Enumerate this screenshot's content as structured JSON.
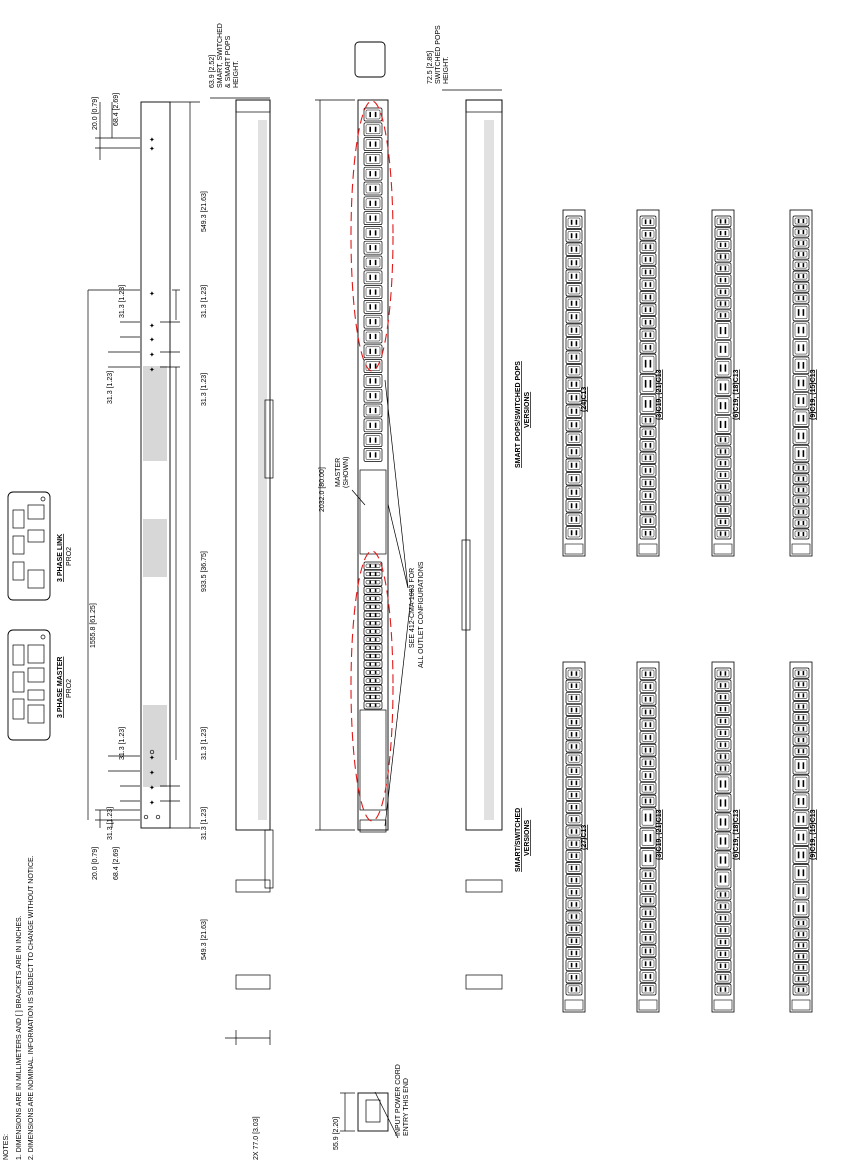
{
  "notes": {
    "heading": "NOTES:",
    "items": [
      "1.   DIMENSIONS ARE IN MILLIMETERS AND [ ] BRACKETS ARE IN INCHES.",
      "2.   DIMENSIONS ARE NOMINAL. INFORMATION IS SUBJECT TO CHANGE WITHOUT NOTICE."
    ]
  },
  "modules": {
    "master": {
      "title": "3 PHASE MASTER",
      "subtitle": "PRO2"
    },
    "link": {
      "title": "3 PHASE LINK",
      "subtitle": "PRO2"
    }
  },
  "dimensions": {
    "top_20": "20.0 [0.79]",
    "top_68": "68.4 [2.69]",
    "top_549": "549.3 [21.63]",
    "top_31_a": "31.3 [1.23]",
    "top_31_b": "31.3 [1.23]",
    "top_31_c": "31.3 [1.23]",
    "top_31_d": "31.3 [1.23]",
    "mid_1555": "1555.8 [61.25]",
    "mid_933": "933.5 [36.75]",
    "low_31_a": "31.3 [1.23]",
    "low_31_b": "31.3 [1.23]",
    "low_31_c": "31.3 [1.23]",
    "low_31_d": "31.3 [1.23]",
    "bot_549": "549.3 [21.63]",
    "bot_20": "20.0 [0.79]",
    "bot_68": "68.4 [2.69]",
    "depth_77": "2X 77.0 [3.03]",
    "width_55": "55.9 [2.20]",
    "length_2032": "2032.0 [80.00]",
    "height_smart": [
      "63.9 [2.52]",
      "SMART, SWITCHED",
      "& SMART POPS",
      "HEIGHT."
    ],
    "height_switched": [
      "72.5 [2.85]",
      "SWITCHED POPS",
      "HEIGHT."
    ]
  },
  "callouts": {
    "master_shown": [
      "MASTER",
      "(SHOWN)"
    ],
    "see_ref": [
      "SEE 412-CMA-1083 FOR",
      "ALL OUTLET CONFIGURATIONS"
    ],
    "input_cord": [
      "INPUT POWER CORD",
      "ENTRY THIS END"
    ]
  },
  "versions": {
    "smart_pops": {
      "title": [
        "SMART POPS/SWITCHED POPS",
        "VERSIONS"
      ],
      "configs": [
        {
          "label": "(24)C13",
          "c19": 0,
          "c13": 24
        },
        {
          "label": "(3)C19, (21)C13",
          "c19": 3,
          "c13": 21
        },
        {
          "label": "(6)C19, (18)C13",
          "c19": 6,
          "c13": 18
        },
        {
          "label": "(9)C19, (15)C13",
          "c19": 9,
          "c13": 15
        }
      ]
    },
    "smart_switched": {
      "title": [
        "SMART/SWITCHED",
        "VERSIONS"
      ],
      "configs": [
        {
          "label": "(27)C13",
          "c19": 0,
          "c13": 27
        },
        {
          "label": "(3)C19, (21)C13",
          "c19": 3,
          "c13": 21
        },
        {
          "label": "(6)C19, (18)C13",
          "c19": 6,
          "c13": 18
        },
        {
          "label": "(9)C19, (15)C13",
          "c19": 9,
          "c13": 15
        }
      ]
    }
  }
}
